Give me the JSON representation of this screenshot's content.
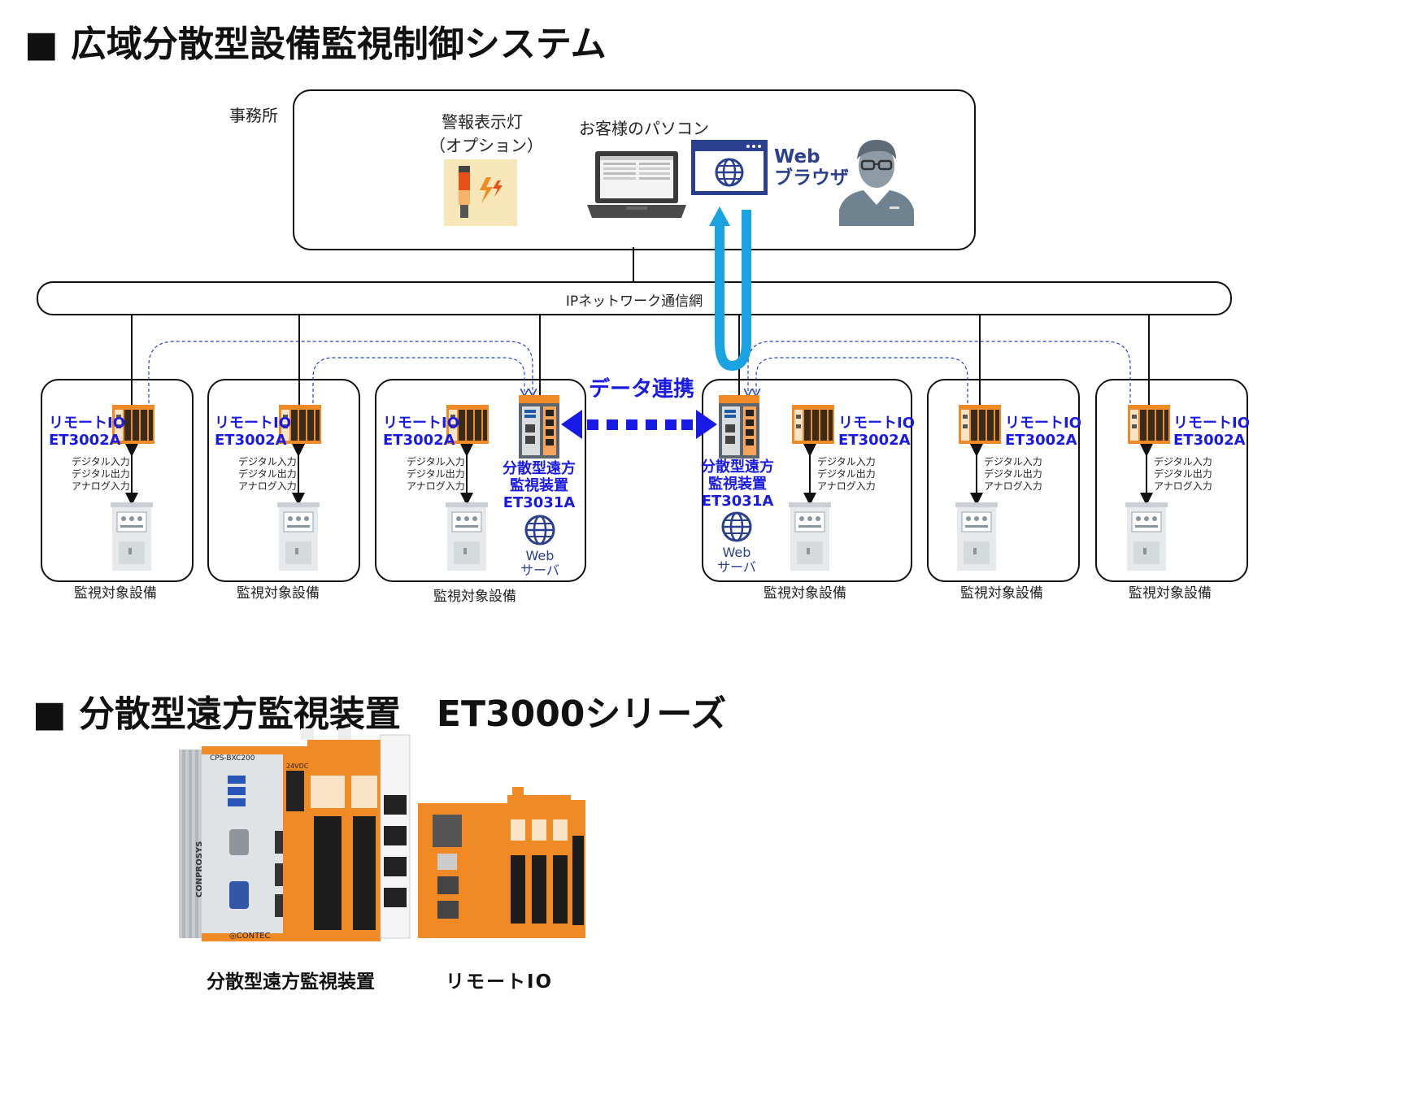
{
  "titles": {
    "system": "■ 広域分散型設備監視制御システム",
    "series": "■ 分散型遠方監視装置　ET3000シリーズ"
  },
  "office": {
    "label": "事務所",
    "alarm_lamp_line1": "警報表示灯",
    "alarm_lamp_line2": "（オプション）",
    "pc_label": "お客様のパソコン",
    "browser_line1": "Web",
    "browser_line2": "ブラウザ"
  },
  "network": {
    "label": "IPネットワーク通信網"
  },
  "data_link": "データ連携",
  "remote_io": {
    "line1": "リモートIO",
    "line2": "ET3002A"
  },
  "io_types": {
    "line1": "デジタル入力",
    "line2": "デジタル出力",
    "line3": "アナログ入力"
  },
  "monitor_device": {
    "line1": "分散型遠方",
    "line2": "監視装置",
    "line3": "ET3031A"
  },
  "web_server": {
    "line1": "Web",
    "line2": "サーバ"
  },
  "equipment_label": "監視対象設備",
  "products": {
    "monitor_caption": "分散型遠方監視装置",
    "remote_caption": "リモートIO",
    "brand_side": "CONPROSYS",
    "model": "CPS-BXC200",
    "power": "24VDC",
    "maker": "CONTEC"
  },
  "colors": {
    "orange": "#f08a24",
    "blue_text": "#1a1ae6",
    "navy": "#2b3f8f",
    "cyan_arrow": "#1aa3e0"
  }
}
